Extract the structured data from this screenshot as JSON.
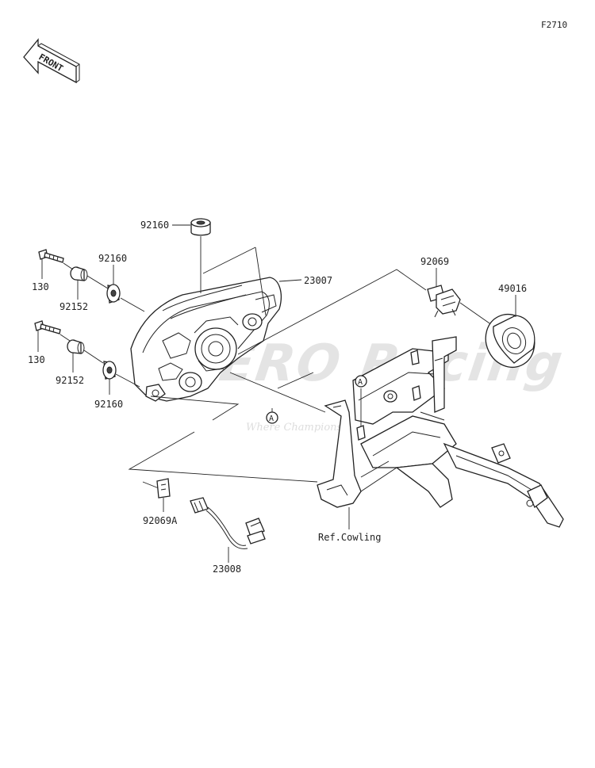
{
  "diagram_code": "F2710",
  "front_arrow": {
    "label": "FRONT",
    "icon": "front-arrow-icon"
  },
  "parts": [
    {
      "id": "p-92160-top",
      "label": "92160"
    },
    {
      "id": "p-92160-mid",
      "label": "92160"
    },
    {
      "id": "p-92160-low",
      "label": "92160"
    },
    {
      "id": "p-130-top",
      "label": "130"
    },
    {
      "id": "p-130-low",
      "label": "130"
    },
    {
      "id": "p-92152-top",
      "label": "92152"
    },
    {
      "id": "p-92152-low",
      "label": "92152"
    },
    {
      "id": "p-23007",
      "label": "23007"
    },
    {
      "id": "p-92069",
      "label": "92069"
    },
    {
      "id": "p-49016",
      "label": "49016"
    },
    {
      "id": "p-92069A",
      "label": "92069A"
    },
    {
      "id": "p-23008",
      "label": "23008"
    }
  ],
  "references": {
    "cowling": "Ref.Cowling",
    "marker_a": "A"
  },
  "watermark": {
    "logo_text": "AERO Racing",
    "tagline": "Where Champions"
  }
}
